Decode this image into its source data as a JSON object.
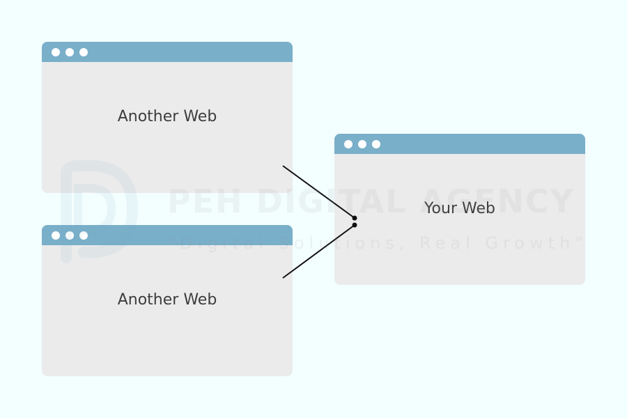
{
  "windows": [
    {
      "label": "Another Web"
    },
    {
      "label": "Another Web"
    },
    {
      "label": "Your Web"
    }
  ],
  "watermark": {
    "name": "PEH DIGITAL AGENCY",
    "tagline": "\"Digital Solutions, Real Growth\""
  },
  "colors": {
    "background": "#f3fefe",
    "window_body": "#ebebeb",
    "title_bar": "#79afc9",
    "text": "#3d3d3d",
    "connector": "#111111"
  }
}
